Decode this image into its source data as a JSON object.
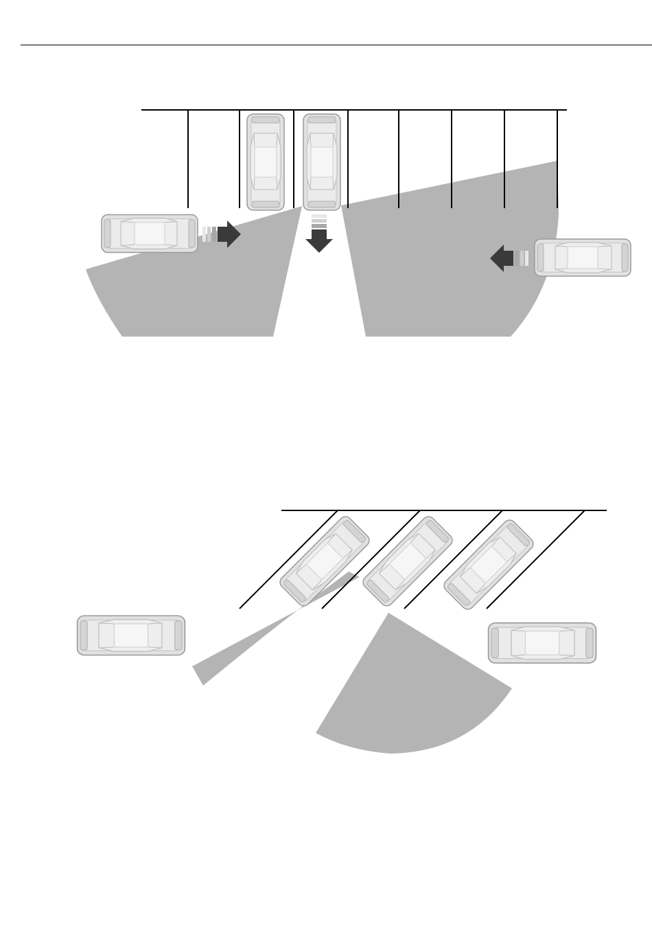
{
  "page": {
    "colors": {
      "background": "#ffffff",
      "zone_fill": "#b4b4b4",
      "line": "#000000",
      "car_body": "#e1e1e1",
      "car_highlight": "#f6f6f6",
      "car_outline": "#9a9a9a",
      "arrow_dark": "#3a3a3a"
    }
  },
  "diagrams": [
    {
      "name": "perpendicular-parking-detection",
      "parking_lines": 8,
      "parked_cars": 2,
      "crossing_cars": 2,
      "icons": [
        "arrow-right-icon",
        "arrow-down-icon",
        "arrow-left-icon"
      ]
    },
    {
      "name": "angled-parking-detection",
      "parking_lines": 4,
      "parked_cars": 3,
      "crossing_cars": 2
    }
  ]
}
